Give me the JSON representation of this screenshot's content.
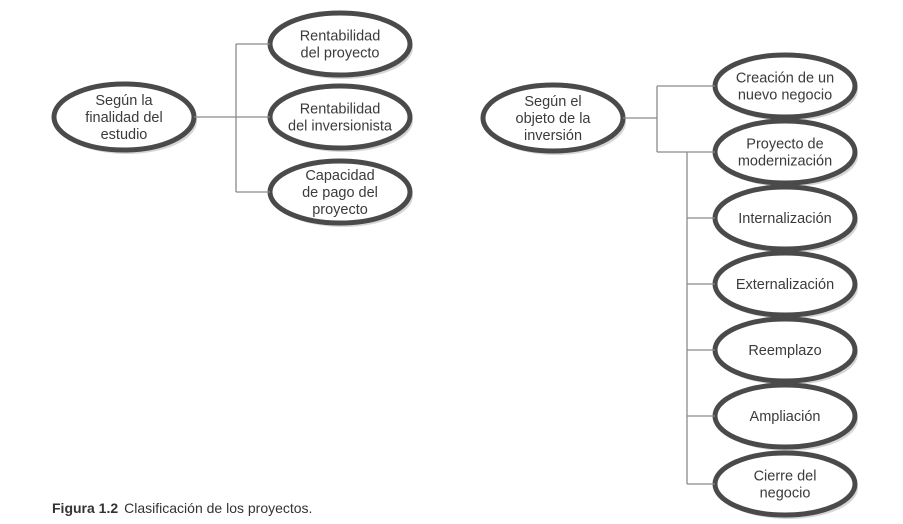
{
  "colors": {
    "outline": "#4a4a4a",
    "line": "#8a8a8a",
    "fill": "#ffffff",
    "shadow": "#d6d6d6",
    "text": "#3b3b3b"
  },
  "groups": [
    {
      "id": "finalidad",
      "root": {
        "lines": [
          "Según la",
          "finalidad del",
          "estudio"
        ]
      },
      "children": [
        {
          "lines": [
            "Rentabilidad",
            "del proyecto"
          ]
        },
        {
          "lines": [
            "Rentabilidad",
            "del inversionista"
          ]
        },
        {
          "lines": [
            "Capacidad",
            "de pago del",
            "proyecto"
          ]
        }
      ]
    },
    {
      "id": "objeto",
      "root": {
        "lines": [
          "Según el",
          "objeto de la",
          "inversión"
        ]
      },
      "children": [
        {
          "lines": [
            "Creación de un",
            "nuevo negocio"
          ]
        },
        {
          "lines": [
            "Proyecto de",
            "modernización"
          ]
        },
        {
          "lines": [
            "Internalización"
          ]
        },
        {
          "lines": [
            "Externalización"
          ]
        },
        {
          "lines": [
            "Reemplazo"
          ]
        },
        {
          "lines": [
            "Ampliación"
          ]
        },
        {
          "lines": [
            "Cierre del",
            "negocio"
          ]
        }
      ]
    }
  ],
  "caption": {
    "label": "Figura 1.2",
    "text": "Clasificación de los proyectos."
  }
}
